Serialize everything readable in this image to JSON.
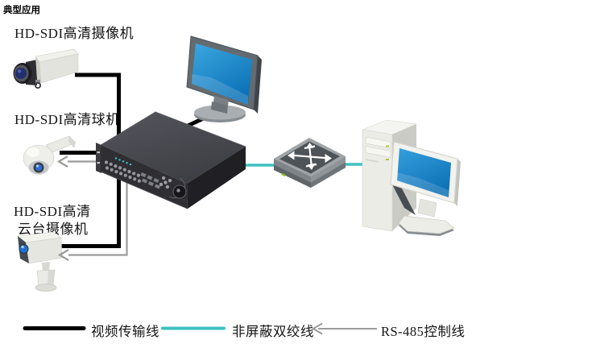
{
  "title": "典型应用",
  "diagram": {
    "node_labels": {
      "box_camera": "HD-SDI高清摄像机",
      "dome_camera": "HD-SDI高清球机",
      "ptz_camera_line1": "HD-SDI高清",
      "ptz_camera_line2": "云台摄像机"
    },
    "icons": [
      "box-camera-icon",
      "dome-camera-icon",
      "ptz-camera-icon",
      "dvr-icon",
      "monitor-icon",
      "network-switch-icon",
      "pc-tower-icon",
      "pc-monitor-icon"
    ]
  },
  "legend": {
    "items": [
      {
        "label": "视频传输线",
        "line_color": "#000000",
        "line_style": "thick-solid"
      },
      {
        "label": "非屏蔽双绞线",
        "line_color": "#3EC1C1",
        "line_style": "solid"
      },
      {
        "label": "RS-485控制线",
        "line_color": "#9B9B9B",
        "line_style": "arrow-left"
      }
    ]
  },
  "colors": {
    "video_line": "#000000",
    "utp_line": "#3EC1C1",
    "rs485_line": "#9B9B9B",
    "screen_blue": "#1E8FD0",
    "dvr_body": "#3A3A40"
  }
}
